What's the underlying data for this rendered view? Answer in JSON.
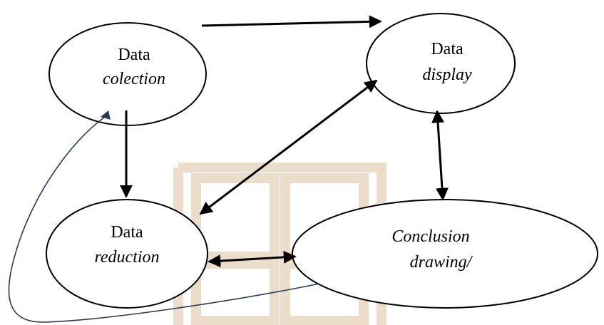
{
  "nodes": {
    "collection": {
      "line1": "Data",
      "line2": "colection"
    },
    "display": {
      "line1": "Data",
      "line2": "display"
    },
    "reduction": {
      "line1": "Data",
      "line2": "reduction"
    },
    "conclusion": {
      "line1": "Conclusion",
      "line2": "drawing/"
    }
  },
  "colors": {
    "stroke": "#000000",
    "feedback_curve": "#2a3a55",
    "watermark": "#e9d8c2"
  }
}
